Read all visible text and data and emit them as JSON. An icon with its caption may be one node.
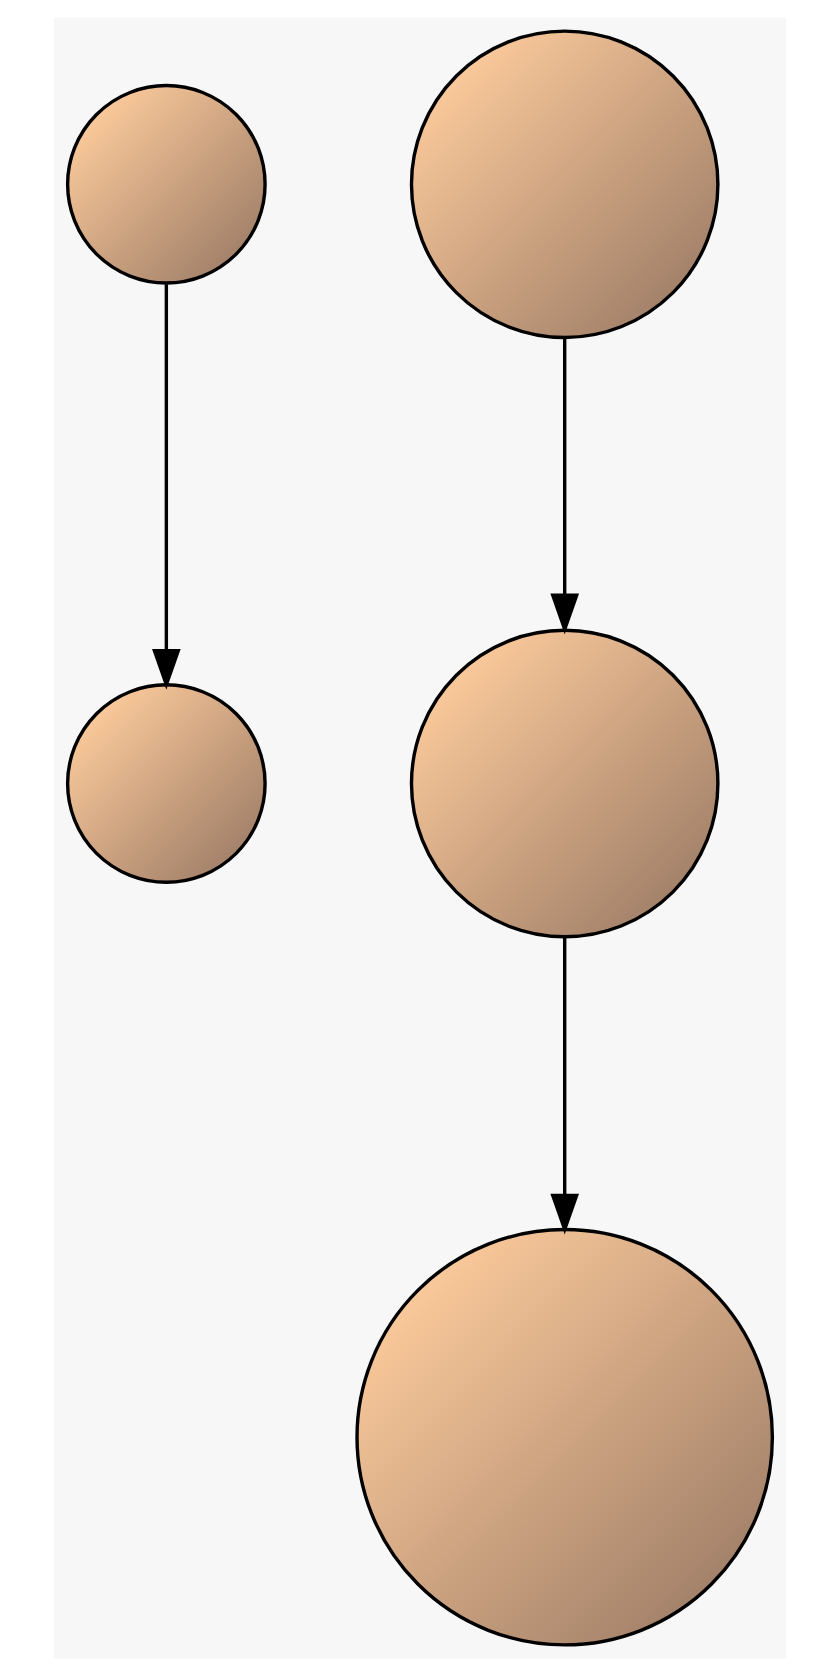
{
  "diagram": {
    "nodes": [
      {
        "text": [],
        "shape": "circle"
      },
      {
        "text": [],
        "shape": "circle"
      },
      {
        "text": [],
        "shape": "circle"
      },
      {
        "text": [],
        "shape": "circle"
      },
      {
        "text": [],
        "shape": "circle"
      }
    ],
    "edges": [
      {
        "from": 0,
        "to": 2,
        "arrow": "to"
      },
      {
        "from": 1,
        "to": 3,
        "arrow": "to"
      },
      {
        "from": 3,
        "to": 4,
        "arrow": "to"
      }
    ]
  }
}
